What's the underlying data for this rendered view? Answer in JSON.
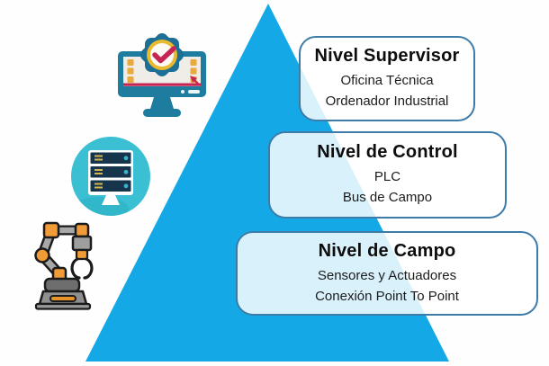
{
  "colors": {
    "pyramid_blue": "#14A9E6",
    "card_border_blue": "#3D7BA8",
    "card_fill": "rgba(255,255,255,0.84)",
    "text_dark": "#0D0D0D",
    "monitor_teal": "#1E7D9E",
    "gear_blue": "#1D6F96",
    "accent_gold": "#E9B92E",
    "accent_crimson": "#C62452",
    "server_circle_turquoise": "#3ABFD3",
    "server_navy": "#16354C",
    "robot_orange": "#F09A38",
    "robot_gray": "#9E9E9E"
  },
  "levels": [
    {
      "title": "Nivel Supervisor",
      "details": [
        "Oficina Técnica",
        "Ordenador Industrial"
      ]
    },
    {
      "title": "Nivel de Control",
      "details": [
        "PLC",
        "Bus de Campo"
      ]
    },
    {
      "title": "Nivel de Campo",
      "details": [
        "Sensores y Actuadores",
        "Conexión Point To Point"
      ]
    }
  ],
  "icons": [
    {
      "name": "supervision-computer-icon"
    },
    {
      "name": "server-icon"
    },
    {
      "name": "robot-arm-icon"
    }
  ]
}
